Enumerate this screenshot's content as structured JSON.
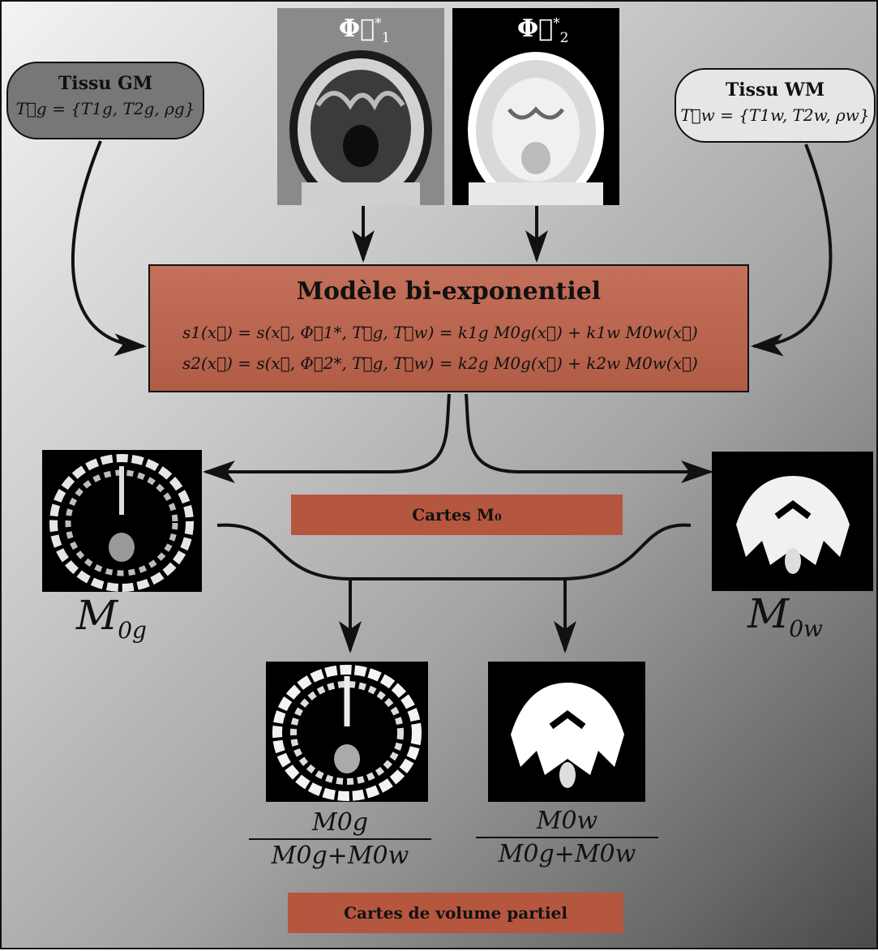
{
  "gm_box": {
    "title": "Tissu GM",
    "equation": "T⃗g = {T1g, T2g, ρg}"
  },
  "wm_box": {
    "title": "Tissu WM",
    "equation": "T⃗w = {T1w, T2w, ρw}"
  },
  "input_images": {
    "phi1": {
      "symbol": "Φ⃗",
      "sub": "1",
      "sup": "*"
    },
    "phi2": {
      "symbol": "Φ⃗",
      "sub": "2",
      "sup": "*"
    }
  },
  "model": {
    "title": "Modèle bi-exponentiel",
    "eq1": "s1(x⃗) = s(x⃗, Φ⃗1*, T⃗g, T⃗w)   =  k1g M0g(x⃗) + k1w M0w(x⃗)",
    "eq2": "s2(x⃗) = s(x⃗, Φ⃗2*, T⃗g, T⃗w)   =  k2g M0g(x⃗) + k2w M0w(x⃗)"
  },
  "banners": {
    "m0_maps": "Cartes M₀",
    "partial_volume_maps": "Cartes de volume partiel"
  },
  "labels": {
    "m0g": {
      "base": "M",
      "sub": "0g"
    },
    "m0w": {
      "base": "M",
      "sub": "0w"
    }
  },
  "fractions": {
    "gm": {
      "numerator": "M0g",
      "denominator": "M0g+M0w"
    },
    "wm": {
      "numerator": "M0w",
      "denominator": "M0g+M0w"
    }
  },
  "colors": {
    "model_fill": "#b9624b",
    "banner_fill": "#b5563f",
    "gm_fill": "#777777",
    "wm_fill": "#e6e6e6"
  }
}
